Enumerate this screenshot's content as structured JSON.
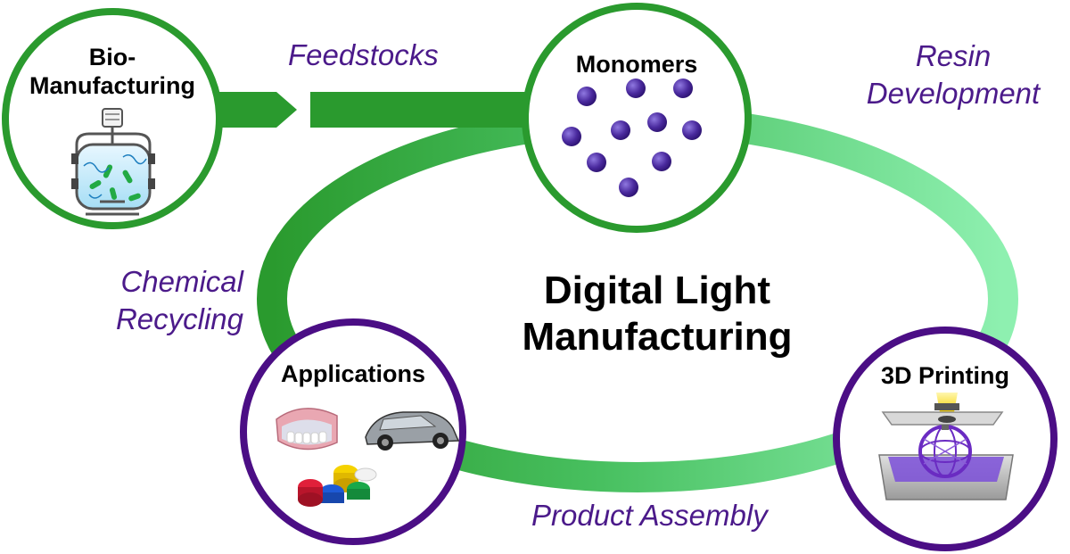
{
  "center": {
    "line1": "Digital Light",
    "line2": "Manufacturing"
  },
  "nodes": {
    "bio": {
      "line1": "Bio-",
      "line2": "Manufacturing"
    },
    "monomers": {
      "title": "Monomers"
    },
    "applications": {
      "title": "Applications"
    },
    "printing": {
      "title": "3D Printing"
    }
  },
  "process_labels": {
    "feedstocks": "Feedstocks",
    "resin": {
      "line1": "Resin",
      "line2": "Development"
    },
    "recycling": {
      "line1": "Chemical",
      "line2": "Recycling"
    },
    "assembly": "Product Assembly"
  },
  "colors": {
    "green_dark": "#2a9a2e",
    "green_light": "#8ef0b0",
    "purple_outline": "#4b0e85",
    "monomer_dot": "#4a2a9e",
    "label_purple": "#4b1a8a"
  },
  "icons": {
    "bio": "bioreactor-icon",
    "applications": "dentures-car-caps-icon",
    "printing": "dlp-printer-icon"
  }
}
